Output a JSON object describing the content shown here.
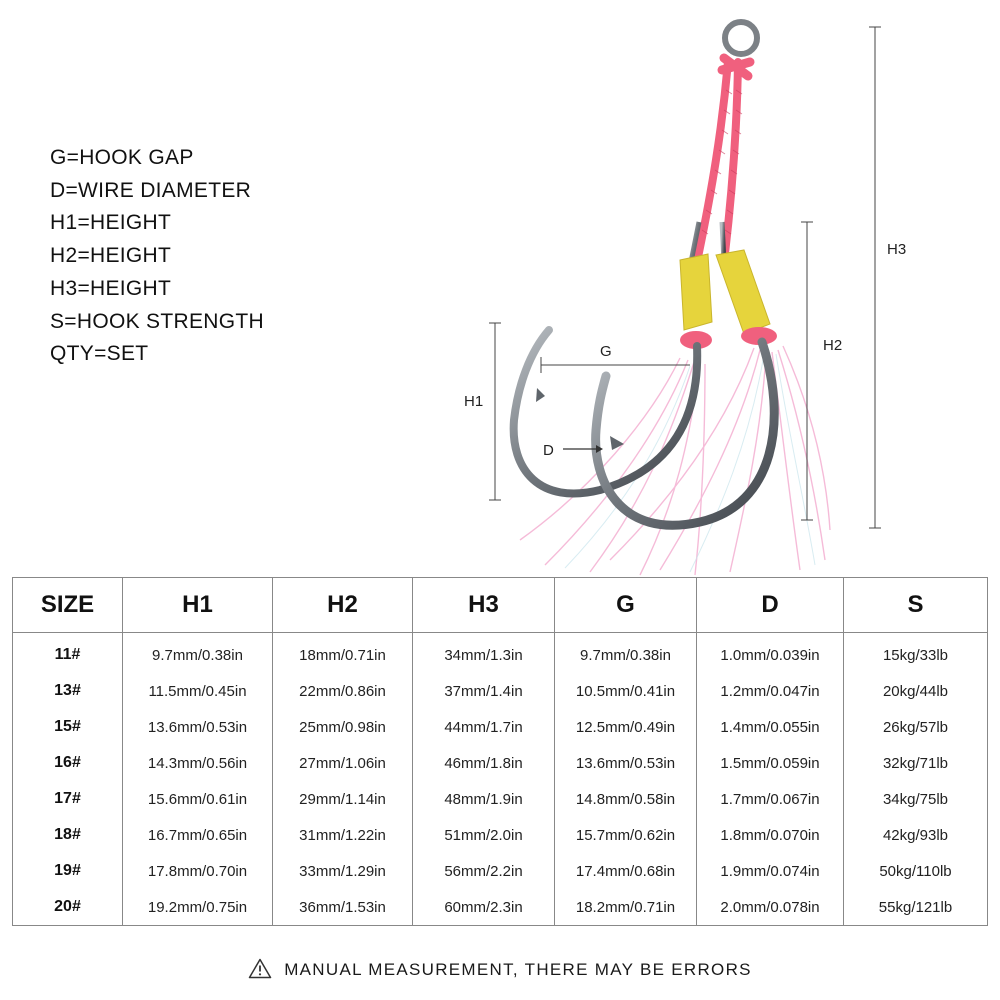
{
  "legend": [
    "G=HOOK GAP",
    "D=WIRE DIAMETER",
    "H1=HEIGHT",
    "H2=HEIGHT",
    "H3=HEIGHT",
    "S=HOOK STRENGTH",
    "QTY=SET"
  ],
  "figure": {
    "icon": "assist-hook-pair-image",
    "labels": {
      "g": "G",
      "d": "D",
      "h1": "H1",
      "h2": "H2",
      "h3": "H3"
    },
    "colors": {
      "cord": "#f0607e",
      "binding": "#e6d43c",
      "steel": "#7a7f84",
      "flash": "#f4b0d2"
    }
  },
  "table": {
    "headers": [
      "SIZE",
      "H1",
      "H2",
      "H3",
      "G",
      "D",
      "S"
    ],
    "rows": [
      [
        "11#",
        "9.7mm/0.38in",
        "18mm/0.71in",
        "34mm/1.3in",
        "9.7mm/0.38in",
        "1.0mm/0.039in",
        "15kg/33lb"
      ],
      [
        "13#",
        "11.5mm/0.45in",
        "22mm/0.86in",
        "37mm/1.4in",
        "10.5mm/0.41in",
        "1.2mm/0.047in",
        "20kg/44lb"
      ],
      [
        "15#",
        "13.6mm/0.53in",
        "25mm/0.98in",
        "44mm/1.7in",
        "12.5mm/0.49in",
        "1.4mm/0.055in",
        "26kg/57lb"
      ],
      [
        "16#",
        "14.3mm/0.56in",
        "27mm/1.06in",
        "46mm/1.8in",
        "13.6mm/0.53in",
        "1.5mm/0.059in",
        "32kg/71lb"
      ],
      [
        "17#",
        "15.6mm/0.61in",
        "29mm/1.14in",
        "48mm/1.9in",
        "14.8mm/0.58in",
        "1.7mm/0.067in",
        "34kg/75lb"
      ],
      [
        "18#",
        "16.7mm/0.65in",
        "31mm/1.22in",
        "51mm/2.0in",
        "15.7mm/0.62in",
        "1.8mm/0.070in",
        "42kg/93lb"
      ],
      [
        "19#",
        "17.8mm/0.70in",
        "33mm/1.29in",
        "56mm/2.2in",
        "17.4mm/0.68in",
        "1.9mm/0.074in",
        "50kg/110lb"
      ],
      [
        "20#",
        "19.2mm/0.75in",
        "36mm/1.53in",
        "60mm/2.3in",
        "18.2mm/0.71in",
        "2.0mm/0.078in",
        "55kg/121lb"
      ]
    ]
  },
  "notice": {
    "icon": "warning-triangle-icon",
    "text": "MANUAL MEASUREMENT, THERE MAY BE ERRORS"
  }
}
